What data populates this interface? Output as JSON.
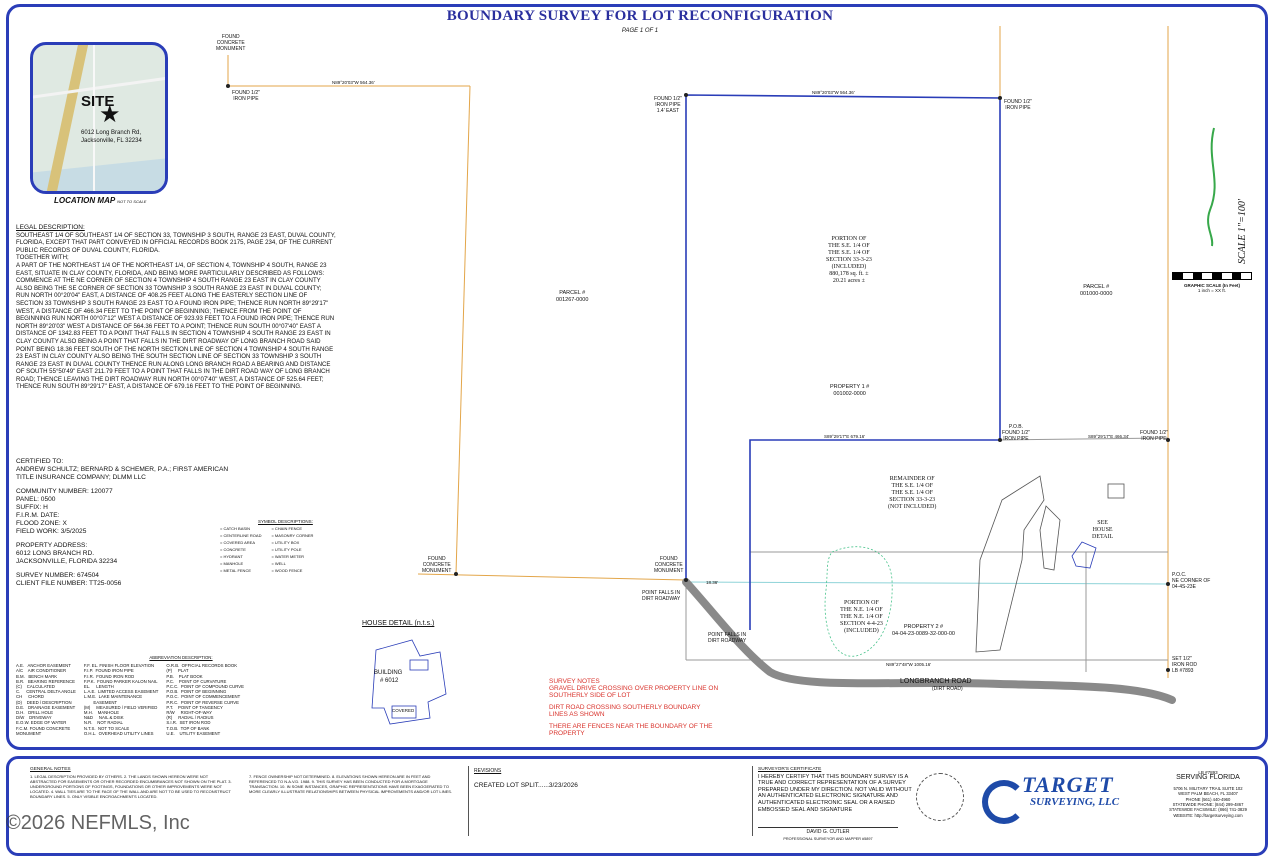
{
  "title": "BOUNDARY SURVEY FOR LOT RECONFIGURATION",
  "page_label": "PAGE 1 OF 1",
  "location_map": {
    "site_label": "SITE",
    "address_line1": "6012 Long Branch Rd,",
    "address_line2": "Jacksonville, FL 32234",
    "caption": "LOCATION MAP",
    "caption_note": "NOT TO SCALE"
  },
  "legal": {
    "heading": "LEGAL DESCRIPTION:",
    "paragraphs": [
      "SOUTHEAST 1/4 OF SOUTHEAST 1/4 OF SECTION 33, TOWNSHIP 3 SOUTH, RANGE 23 EAST, DUVAL COUNTY, FLORIDA, EXCEPT THAT PART CONVEYED IN OFFICIAL RECORDS BOOK 2175, PAGE 234, OF THE CURRENT PUBLIC RECORDS OF DUVAL COUNTY, FLORIDA.",
      "TOGETHER WITH;",
      "A PART OF THE NORTHEAST 1/4 OF THE NORTHEAST 1/4, OF SECTION 4, TOWNSHIP 4 SOUTH, RANGE 23 EAST, SITUATE IN CLAY COUNTY, FLORIDA, AND BEING MORE PARTICULARLY DESCRIBED AS FOLLOWS:",
      "COMMENCE AT THE NE CORNER OF SECTION 4 TOWNSHIP 4 SOUTH RANGE 23 EAST IN CLAY COUNTY ALSO BEING THE SE CORNER OF SECTION 33 TOWNSHIP 3 SOUTH RANGE 23 EAST IN DUVAL COUNTY; RUN NORTH 00°20'04\" EAST, A DISTANCE OF 408.25 FEET ALONG THE EASTERLY SECTION LINE OF SECTION 33 TOWNSHIP 3 SOUTH RANGE 23 EAST TO A FOUND IRON PIPE; THENCE RUN NORTH 89°29'17\" WEST, A DISTANCE OF 466.34 FEET TO THE POINT OF BEGINNING; THENCE FROM THE POINT OF BEGINNING RUN NORTH 00°07'12\" WEST A DISTANCE OF 923.93 FEET TO A FOUND IRON PIPE; THENCE RUN NORTH 89°20'03\" WEST A DISTANCE OF 564.36 FEET TO A POINT; THENCE RUN SOUTH 00°07'40\" EAST A DISTANCE OF 1342.83 FEET TO A POINT THAT FALLS IN SECTION 4 TOWNSHIP 4 SOUTH RANGE 23 EAST IN CLAY COUNTY ALSO BEING A POINT THAT FALLS IN THE DIRT ROADWAY OF LONG BRANCH ROAD SAID POINT BEING 18.36 FEET SOUTH OF THE NORTH SECTION LINE OF SECTION 4 TOWNSHIP 4 SOUTH RANGE 23 EAST IN CLAY COUNTY ALSO BEING THE SOUTH SECTION LINE OF SECTION 33 TOWNSHIP 3 SOUTH RANGE 23 EAST IN DUVAL COUNTY THENCE RUN ALONG LONG BRANCH ROAD A BEARING AND DISTANCE OF SOUTH 55°50'49\" EAST 211.79 FEET TO A POINT THAT FALLS IN THE DIRT ROAD WAY OF LONG BRANCH ROAD; THENCE LEAVING THE DIRT ROADWAY RUN NORTH 00°07'40\" WEST, A DISTANCE OF 525.64 FEET; THENCE RUN SOUTH 89°29'17\" EAST, A DISTANCE OF 679.16 FEET TO THE POINT OF BEGINNING."
    ]
  },
  "certified": {
    "heading": "CERTIFIED TO:",
    "text": "ANDREW SCHULTZ; BERNARD & SCHEMER, P.A.; FIRST AMERICAN TITLE INSURANCE COMPANY; DLMM LLC",
    "community": "COMMUNITY NUMBER: 120077",
    "panel": "PANEL: 0500",
    "suffix": "SUFFIX: H",
    "firm": "F.I.R.M. DATE:",
    "flood": "FLOOD ZONE: X",
    "fieldwork": "FIELD WORK: 3/5/2025",
    "prop_heading": "PROPERTY ADDRESS:",
    "prop_line1": "6012 LONG BRANCH RD.",
    "prop_line2": "JACKSONVILLE, FLORIDA 32234",
    "survey_no": "SURVEY NUMBER: 674504",
    "client_file": "CLIENT FILE NUMBER: TT25-0056"
  },
  "symbols": {
    "heading": "SYMBOL DESCRIPTIONS:",
    "left": [
      "= CATCH BASIN",
      "= CENTERLINE ROAD",
      "= COVERED AREA",
      "= CONCRETE",
      "= HYDRANT",
      "= MANHOLE",
      "= METAL FENCE"
    ],
    "right": [
      "= CHAIN FENCE",
      "= MASONRY CORNER",
      "= UTILITY BOX",
      "= UTILITY POLE",
      "= WATER METER",
      "= WELL",
      "= WOOD FENCE"
    ]
  },
  "abbrev": {
    "heading": "ABBREVIATION DESCRIPTION:",
    "col1": "A.E.   ANCHOR EASEMENT\nA/C    AIR CONDITIONER\nB.M.   BENCH MARK\nB.R.   BEARING REFERENCE\n(C)    CALCULATED\nC.     CENTRAL DELTA ANGLE\nCH     CHORD\n(D)    DEED / DESCRIPTION\nD.E.   DRAINAGE EASEMENT\nD.H.   DRILL HOLE\nD/W    DRIVEWAY\nE.O.W. EDGE OF WATER\nF.C.M. FOUND CONCRETE\nMONUMENT",
    "col2": "F.F. EL. FINISH FLOOR ELEVATION\nF.I.P.  FOUND IRON PIPE\nF.I.R.  FOUND IRON ROD\nF.P.K.  FOUND PARKER KALON NAIL\nEL.     LENGTH\nL.A.E.  LIMITED ACCESS EASEMENT\nL.M.E.  LAKE MAINTENANCE\n        EASEMENT\n(M)     MEASURED / FIELD VERIFIED\nM.H.    MANHOLE\nN&D     NAIL & DISK\nN.R.    NOT RADIAL\nN.T.S.  NOT TO SCALE\nO.H.L.  OVERHEAD UTILITY LINES",
    "col3": "O.R.B.  OFFICIAL RECORDS BOOK\n(P)     PLAT\nP.B.    PLAT BOOK\nP.C.    POINT OF CURVATURE\nP.C.C.  POINT OF COMPOUND CURVE\nP.O.B.  POINT OF BEGINNING\nP.O.C.  POINT OF COMMENCEMENT\nP.R.C.  POINT OF REVERSE CURVE\nP.T.    POINT OF TANGENCY\nR/W     RIGHT-OF-WAY\n(R)     RADIAL / RADIUS\nS.I.R.  SET IRON ROD\nT.O.B.  TOP OF BANK\nU.E.    UTILITY EASEMENT"
  },
  "plan": {
    "found_conc_top": "FOUND\nCONCRETE\nMONUMENT",
    "found_half_pipe_tl": "FOUND 1/2\"\nIRON PIPE",
    "found_half_pipe_a": "FOUND 1/2\"\nIRON PIPE\n1.4' EAST",
    "found_half_pipe_b": "FOUND 1/2\"\nIRON PIPE",
    "found_half_pipe_c": "FOUND 1/2\"\nIRON PIPE",
    "pob": "P.O.B.\nFOUND 1/2\"\nIRON PIPE",
    "found_conc_left": "FOUND\nCONCRETE\nMONUMENT",
    "found_conc_mid": "FOUND\nCONCRETE\nMONUMENT",
    "point_falls_a": "POINT FALLS IN\nDIRT ROADWAY",
    "point_falls_b": "POINT FALLS IN\nDIRT ROADWAY",
    "poc": "P.O.C.\nNE CORNER OF\n04-4S-23E",
    "set_rod": "SET 1/2\"\nIRON ROD\nLB #7893",
    "bearing_top": "N89°20'03\"W  564.36'",
    "bearing_mid": "S89°29'17\"E  679.16'",
    "bearing_right": "S89°29'17\"E  466.34'",
    "bearing_bottom": "N89°27'48\"W 1005.16'",
    "dist_1836": "18.36'",
    "parcel_left": "PARCEL #\n001267-0000",
    "parcel_right": "PARCEL #\n001000-0000",
    "portion_top": "PORTION OF\nTHE S.E. 1/4 OF\nTHE S.E. 1/4 OF\nSECTION 33-3-23\n(INCLUDED)\n880,178 sq. ft. ±\n20.21 acres ±",
    "property1": "PROPERTY 1 #\n001002-0000",
    "remainder": "REMAINDER OF\nTHE S.E. 1/4 OF\nTHE S.E. 1/4 OF\nSECTION 33-3-23\n(NOT INCLUDED)",
    "portion_bottom": "PORTION OF\nTHE N.E. 1/4 OF\nTHE N.E. 1/4 OF\nSECTION 4-4-23\n(INCLUDED)",
    "property2": "PROPERTY 2 #\n04-04-23-0089-32-000-00",
    "see_house": "SEE\nHOUSE\nDETAIL",
    "road_name": "LONGBRANCH ROAD",
    "road_sub": "(DIRT ROAD)",
    "scale_text": "SCALE\n1\"=100'",
    "graphic_scale": "GRAPHIC SCALE (In Feet)",
    "graphic_scale_b": "1 inch = XX ft."
  },
  "house_detail": {
    "heading": "HOUSE DETAIL (n.t.s.)",
    "building": "BUILDING",
    "building_no": "# 6012",
    "covered": "COVERED"
  },
  "survey_notes": {
    "heading": "SURVEY NOTES",
    "items": [
      "GRAVEL DRIVE CROSSING OVER PROPERTY LINE ON SOUTHERLY SIDE OF LOT",
      "DIRT ROAD CROSSING SOUTHERLY BOUNDARY LINES AS SHOWN",
      "THERE ARE FENCES NEAR THE BOUNDARY OF THE PROPERTY"
    ]
  },
  "footer": {
    "general_heading": "GENERAL NOTES",
    "general_left": "1. LEGAL DESCRIPTION PROVIDED BY OTHERS. 2. THE LANDS SHOWN HEREON WERE NOT ABSTRACTED FOR EASEMENTS OR OTHER RECORDED ENCUMBRANCES NOT SHOWN ON THE PLAT. 3. UNDERGROUND PORTIONS OF FOOTINGS, FOUNDATIONS OR OTHER IMPROVEMENTS WERE NOT LOCATED. 4. WALL TIES ARE TO THE FACE OF THE WALL AND ARE NOT TO BE USED TO RECONSTRUCT BOUNDARY LINES. 5. ONLY VISIBLE ENCROACHMENTS LOCATED.",
    "general_right": "7. FENCE OWNERSHIP NOT DETERMINED. 8. ELEVATIONS SHOWN HEREON ARE IN FEET AND REFERENCED TO N.A.V.D. 1988. 9. THIS SURVEY HAS BEEN CONDUCTED FOR A MORTGAGE TRANSACTION. 10. IN SOME INSTANCES, GRAPHIC REPRESENTATIONS HAVE BEEN EXAGGERATED TO MORE CLEARLY ILLUSTRATE RELATIONSHIPS BETWEEN PHYSICAL IMPROVEMENTS AND/OR LOT LINES.",
    "watermark": "©2026 NEFMLS, Inc",
    "revisions_heading": "REVISIONS",
    "revision_1": "CREATED LOT SPLIT......3/23/2026",
    "surv_heading": "SURVEYOR'S CERTIFICATE",
    "surv_text": "I HEREBY CERTIFY THAT THIS BOUNDARY SURVEY IS A TRUE AND CORRECT REPRESENTATION OF A SURVEY PREPARED UNDER MY DIRECTION. NOT VALID WITHOUT AN AUTHENTICATED ELECTRONIC SIGNATURE AND AUTHENTICATED ELECTRONIC SEAL OR A RAISED EMBOSSED SEAL AND SIGNATURE",
    "surv_name": "DAVID G. CUTLER",
    "surv_title": "PROFESSIONAL SURVEYOR AND MAPPER #5897",
    "logo_line1": "TARGET",
    "logo_line2": "SURVEYING, LLC",
    "company_lb": "LB #7893",
    "company_serving": "SERVING FLORIDA",
    "company_addr1": "5706 N. MILITARY TRAIL SUITE 102",
    "company_addr2": "WEST PALM BEACH, FL 33407",
    "company_phone": "PHONE (561) 440-4960",
    "company_statewide": "STATEWIDE PHONE: (844) 299-4867",
    "company_fax": "STATEWIDE FACSIMILE: (866) 741-3829",
    "company_web": "WEBSITE: http://targetsurveying.com"
  },
  "colors": {
    "frame": "#2a3db8",
    "boundary": "#2a3db8",
    "parcel_line": "#e3a64a",
    "road": "#8a8a8a",
    "notes": "#d9332c"
  }
}
